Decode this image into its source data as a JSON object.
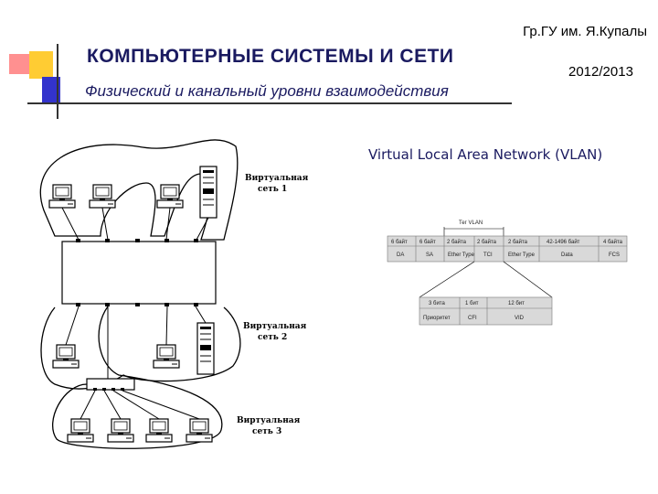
{
  "header": {
    "university": "Гр.ГУ им. Я.Купалы",
    "title": "КОМПЬЮТЕРНЫЕ СИСТЕМЫ  И СЕТИ",
    "year": "2012/2013",
    "subtitle": "Физический и канальный уровни взаимодействия"
  },
  "diagram": {
    "vnet1": [
      "Виртуальная",
      "сеть 1"
    ],
    "vnet2": [
      "Виртуальная",
      "сеть 2"
    ],
    "vnet3": [
      "Виртуальная",
      "сеть 3"
    ]
  },
  "vlan": {
    "caption": "Virtual Local Area Network (VLAN)",
    "tag_title": "Тег VLAN",
    "frame_sizes": [
      "6 байт",
      "6 байт",
      "2 байта",
      "2 байта",
      "2 байта",
      "42-1496 байт",
      "4 байта"
    ],
    "frame_fields": [
      "DA",
      "SA",
      "Ether Type",
      "TCI",
      "Ether Type",
      "Data",
      "FCS"
    ],
    "tci_sizes": [
      "3 бита",
      "1 бит",
      "12 бит"
    ],
    "tci_fields": [
      "Приоритет",
      "CFI",
      "VID"
    ]
  },
  "colors": {
    "title": "#1a1a60",
    "accent_yellow": "#ffcc33",
    "accent_red": "#ff6b6b",
    "accent_blue": "#3333cc"
  }
}
